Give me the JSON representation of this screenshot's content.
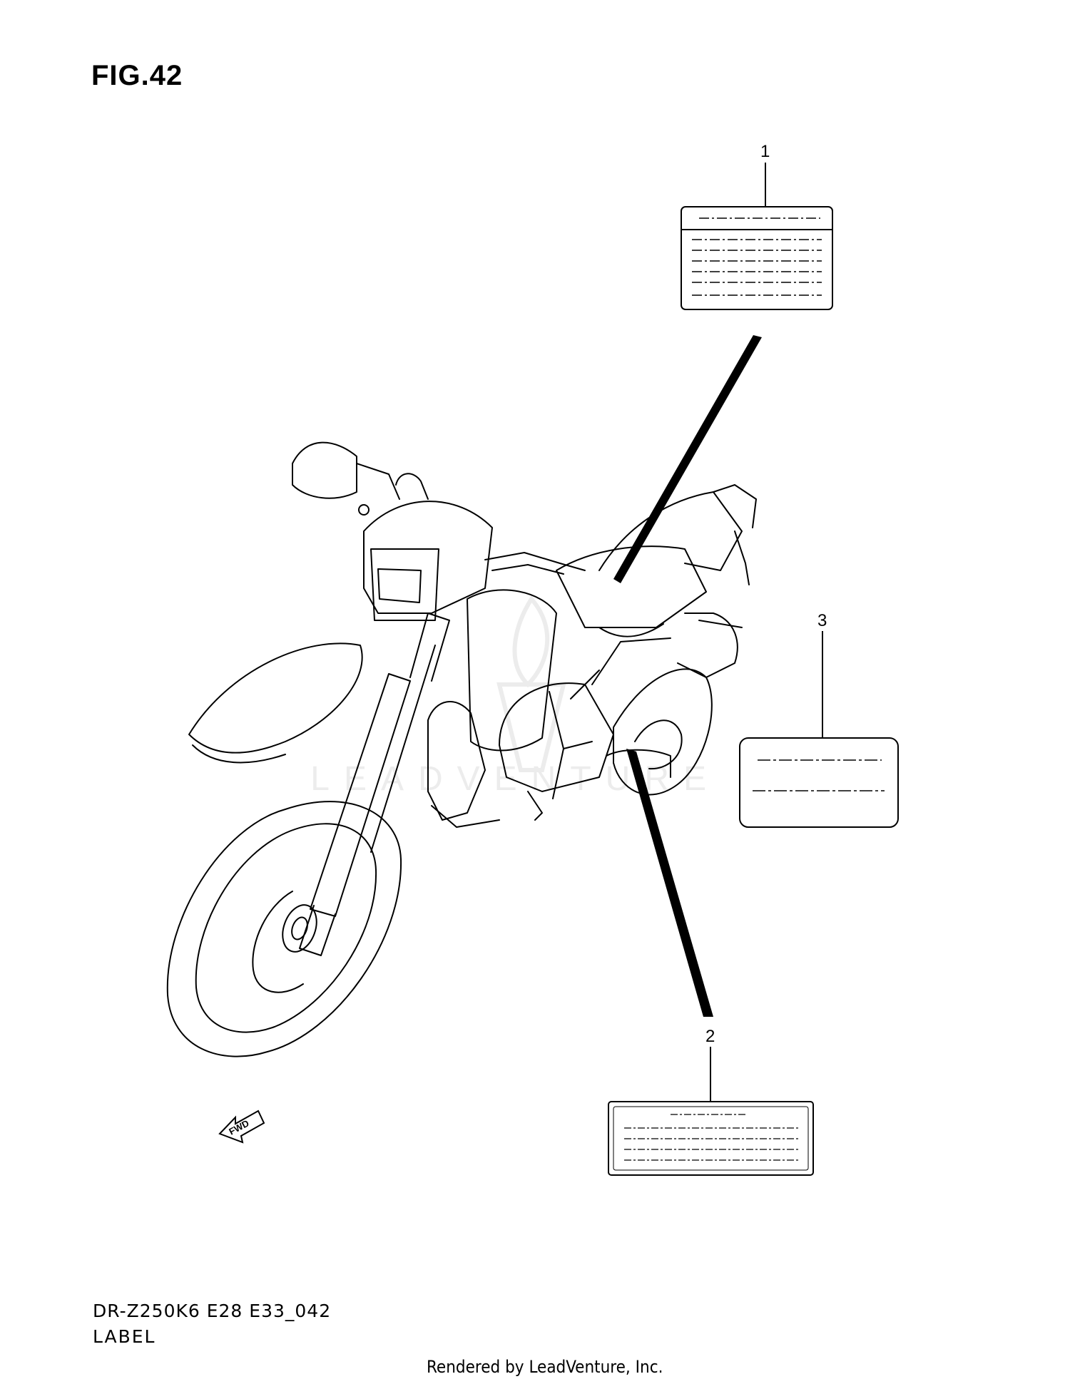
{
  "figure": {
    "title": "FIG.42",
    "code": "DR-Z250K6 E28 E33_042",
    "caption": "LABEL"
  },
  "callouts": [
    {
      "number": "1",
      "part": "label-1"
    },
    {
      "number": "2",
      "part": "label-2"
    },
    {
      "number": "3",
      "part": "label-3"
    }
  ],
  "direction_marker": "FWD",
  "watermark": "LEADVENTURE",
  "credit": "Rendered by LeadVenture, Inc."
}
